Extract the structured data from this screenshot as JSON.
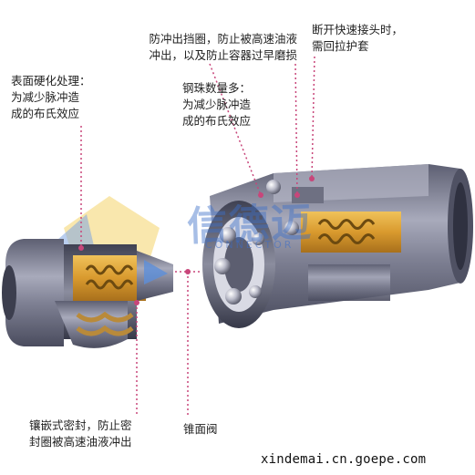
{
  "labels": {
    "hardening": [
      "表面硬化处理：",
      "为减少脉冲造",
      "成的布氏效应"
    ],
    "anti_ring": [
      "防冲出挡圈，防止被高速油液",
      "冲出，以及防止容器过早磨损"
    ],
    "break_protect": [
      "断开快速接头时，",
      "需回拉护套"
    ],
    "balls": [
      "钢珠数量多：",
      "为减少脉冲造",
      "成的布氏效应"
    ],
    "seal": [
      "镶嵌式密封，防止密",
      "封圈被高速油液冲出"
    ],
    "cone_valve": [
      "锥面阀"
    ]
  },
  "watermark": {
    "brand": "信德迈",
    "sub": "CONNECTOR"
  },
  "url": "xindemai.cn.goepe.com",
  "colors": {
    "leader": "#c8467a",
    "body": "#8a8c9c",
    "brass": "#d9a441",
    "watermark": "#3c6ec8"
  }
}
